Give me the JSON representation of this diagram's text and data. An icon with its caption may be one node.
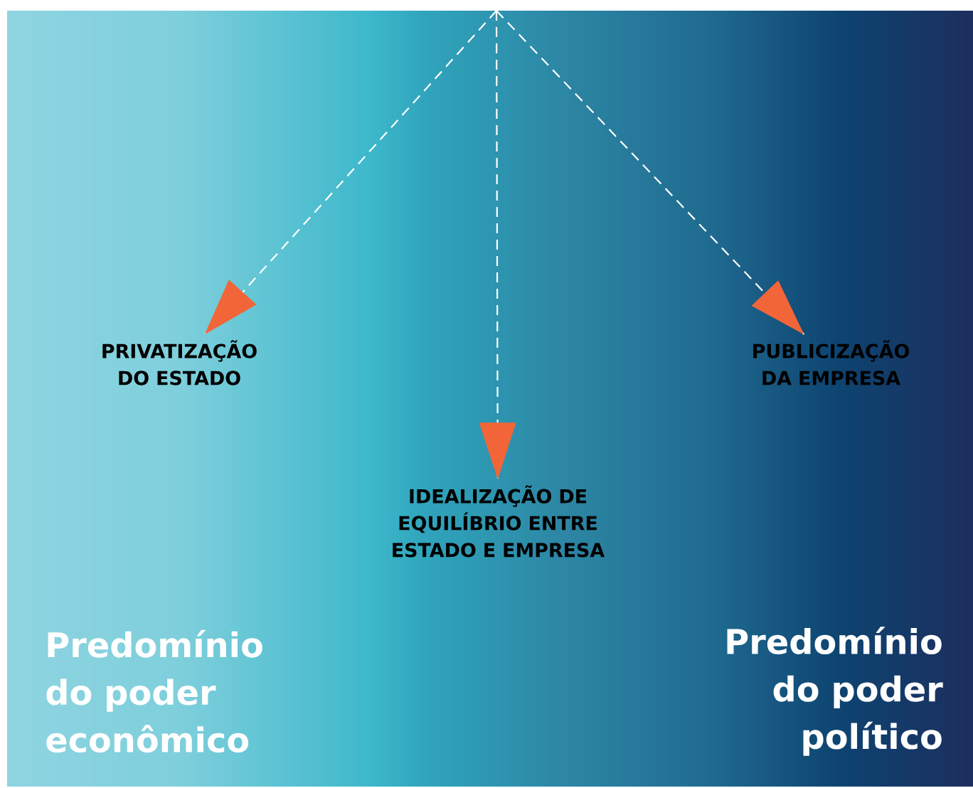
{
  "diagram": {
    "nodes": [
      {
        "text": [
          "PRIVATIZAÇÃO DO ESTADO"
        ]
      },
      {
        "text": [
          "IDEALIZAÇÃO DE EQUILÍBRIO ENTRE ESTADO E EMPRESA"
        ]
      },
      {
        "text": [
          "PUBLICIZAÇÃO DA EMPRESA"
        ]
      },
      {
        "text": [
          "Predomínio do poder econômico"
        ]
      },
      {
        "text": [
          "Predomínio do poder político"
        ]
      }
    ],
    "edges": [
      {
        "from": null,
        "to": 0,
        "arrow": "to",
        "style": "dashed"
      },
      {
        "from": null,
        "to": 1,
        "arrow": "to",
        "style": "dashed"
      },
      {
        "from": null,
        "to": 2,
        "arrow": "to",
        "style": "dashed"
      }
    ]
  }
}
